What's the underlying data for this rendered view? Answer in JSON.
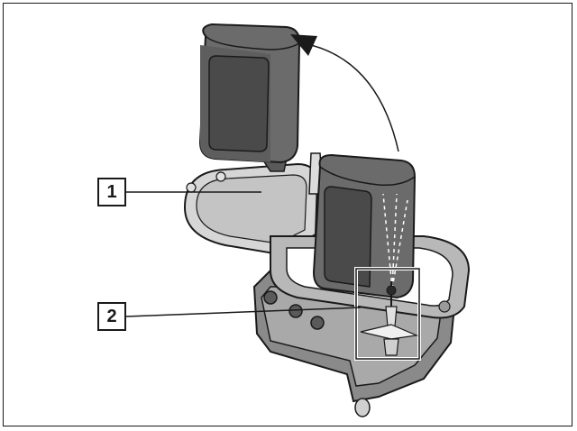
{
  "figure": {
    "callouts": [
      {
        "label": "1",
        "target": "water-reservoir"
      },
      {
        "label": "2",
        "target": "spray-nozzle"
      }
    ],
    "colors": {
      "outline": "#1a1a1a",
      "tank": "#6b6b6b",
      "tank_panel": "#4a4a4a",
      "tray": "#c8c8c8",
      "highlight_fill": "#e6e6e6"
    },
    "icons": [
      "rotation-arrow-icon"
    ]
  }
}
